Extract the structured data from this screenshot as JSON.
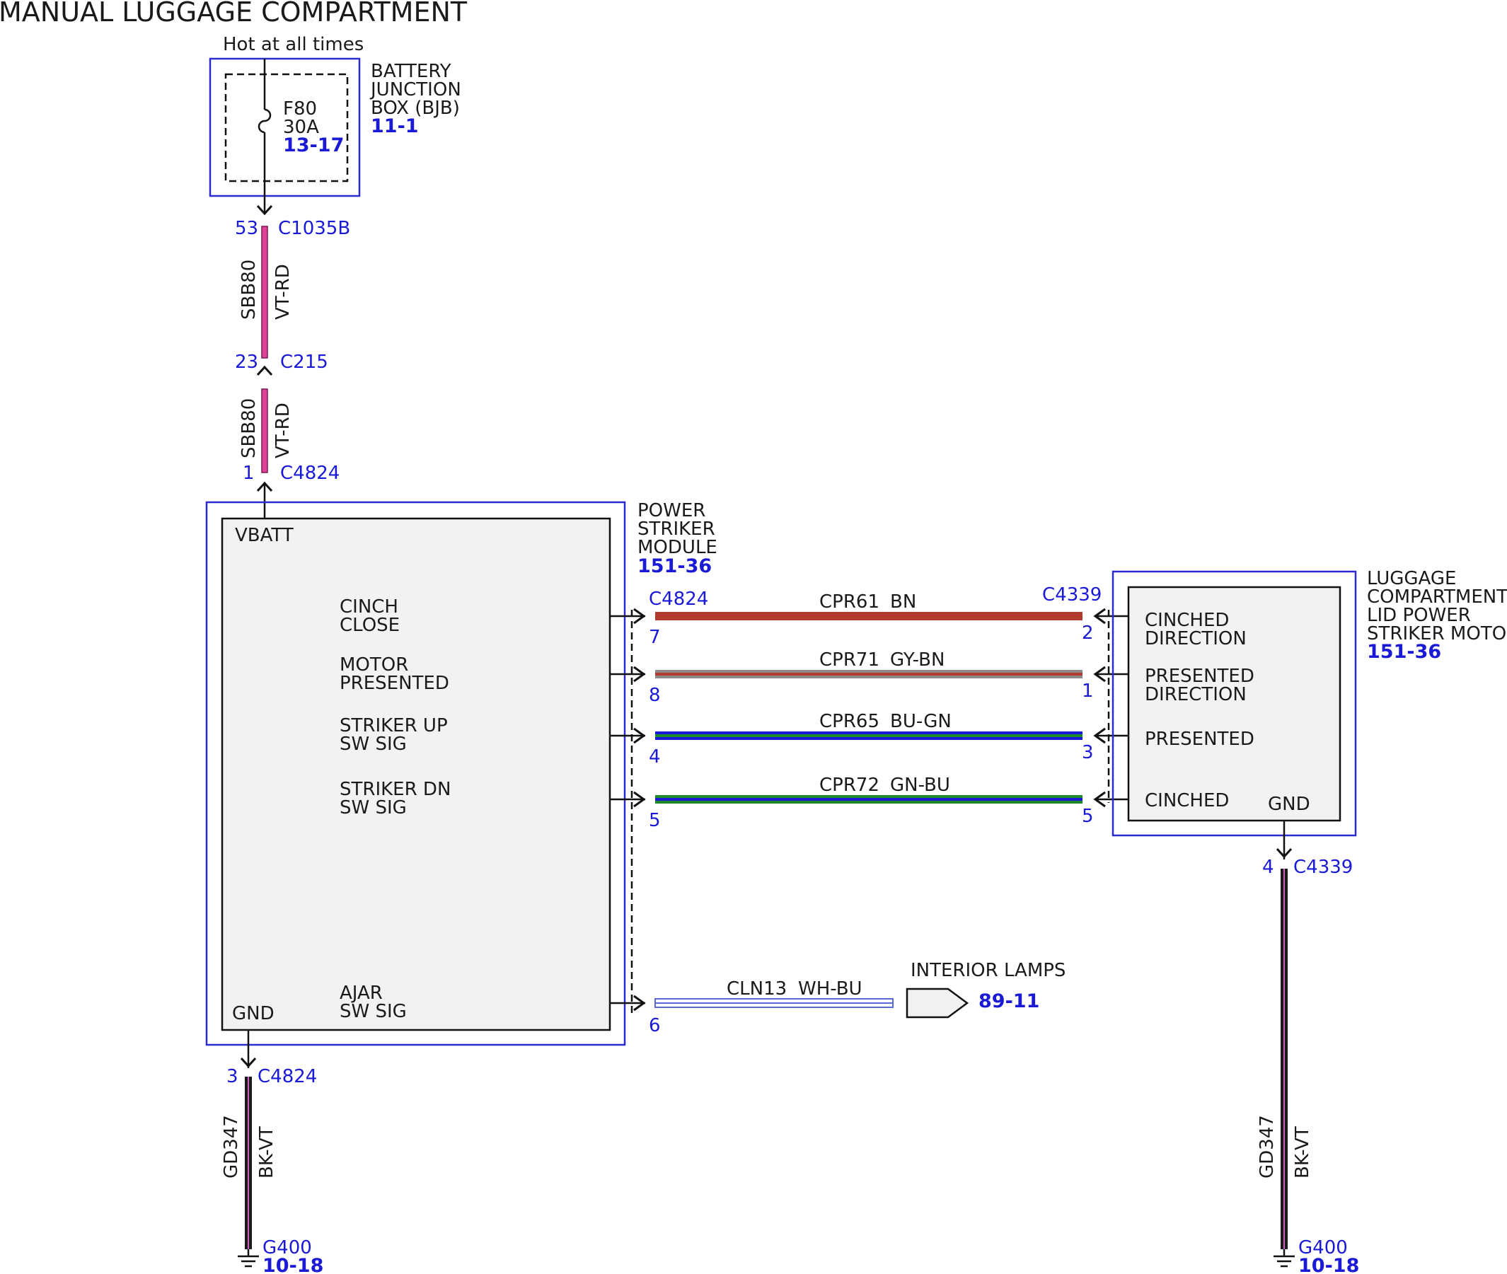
{
  "title": "MANUAL LUGGAGE COMPARTMENT",
  "hot_label": "Hot at all times",
  "bjb": {
    "name_lines": [
      "BATTERY",
      "JUNCTION",
      "BOX (BJB)"
    ],
    "ref": "11-1",
    "fuse_id": "F80",
    "fuse_rating": "30A",
    "fuse_ref": "13-17"
  },
  "upper_wire": {
    "connector_top_pin": "53",
    "connector_top": "C1035B",
    "circuit": "SBB80",
    "color": "VT-RD",
    "connector_mid_pin": "23",
    "connector_mid": "C215",
    "connector_low_pin": "1",
    "connector_low": "C4824"
  },
  "psm": {
    "name_lines": [
      "POWER",
      "STRIKER",
      "MODULE"
    ],
    "ref": "151-36",
    "vbatt": "VBATT",
    "gnd": "GND",
    "signals": [
      [
        "CINCH",
        "CLOSE"
      ],
      [
        "MOTOR",
        "PRESENTED"
      ],
      [
        "STRIKER UP",
        "SW SIG"
      ],
      [
        "STRIKER DN",
        "SW SIG"
      ],
      [
        "AJAR",
        "SW SIG"
      ]
    ],
    "connector": "C4824"
  },
  "motor": {
    "name_lines": [
      "LUGGAGE",
      "COMPARTMENT",
      "LID POWER",
      "STRIKER MOTOR"
    ],
    "ref": "151-36",
    "connector": "C4339",
    "gnd": "GND",
    "signals": [
      [
        "CINCHED",
        "DIRECTION"
      ],
      [
        "PRESENTED",
        "DIRECTION"
      ],
      [
        "PRESENTED"
      ],
      [
        "CINCHED"
      ]
    ]
  },
  "wires": [
    {
      "circuit": "CPR61",
      "color": "BN",
      "left_pin": "7",
      "right_pin": "2",
      "colors": [
        "#b03a2e",
        "#b03a2e"
      ]
    },
    {
      "circuit": "CPR71",
      "color": "GY-BN",
      "left_pin": "8",
      "right_pin": "1",
      "colors": [
        "#8a8a8a",
        "#b03a2e"
      ]
    },
    {
      "circuit": "CPR65",
      "color": "BU-GN",
      "left_pin": "4",
      "right_pin": "3",
      "colors": [
        "#1a1ad6",
        "#1f8a2a"
      ]
    },
    {
      "circuit": "CPR72",
      "color": "GN-BU",
      "left_pin": "5",
      "right_pin": "5",
      "colors": [
        "#1f8a2a",
        "#1a1ad6"
      ]
    }
  ],
  "ajar_wire": {
    "circuit": "CLN13",
    "color": "WH-BU",
    "pin": "6",
    "dest": "INTERIOR LAMPS",
    "dest_ref": "89-11"
  },
  "ground_left": {
    "pin": "3",
    "connector": "C4824",
    "circuit": "GD347",
    "color": "BK-VT",
    "ground": "G400",
    "ground_ref": "10-18"
  },
  "ground_right": {
    "pin": "4",
    "connector": "C4339",
    "circuit": "GD347",
    "color": "BK-VT",
    "ground": "G400",
    "ground_ref": "10-18"
  },
  "wire_colors": {
    "vt_rd": "#e0409a",
    "bk_vt": "#1a1a1a",
    "vt_stripe": "#d060c0",
    "wh_bu": "#5a6ad6",
    "box_blue": "#2b2bd0"
  }
}
